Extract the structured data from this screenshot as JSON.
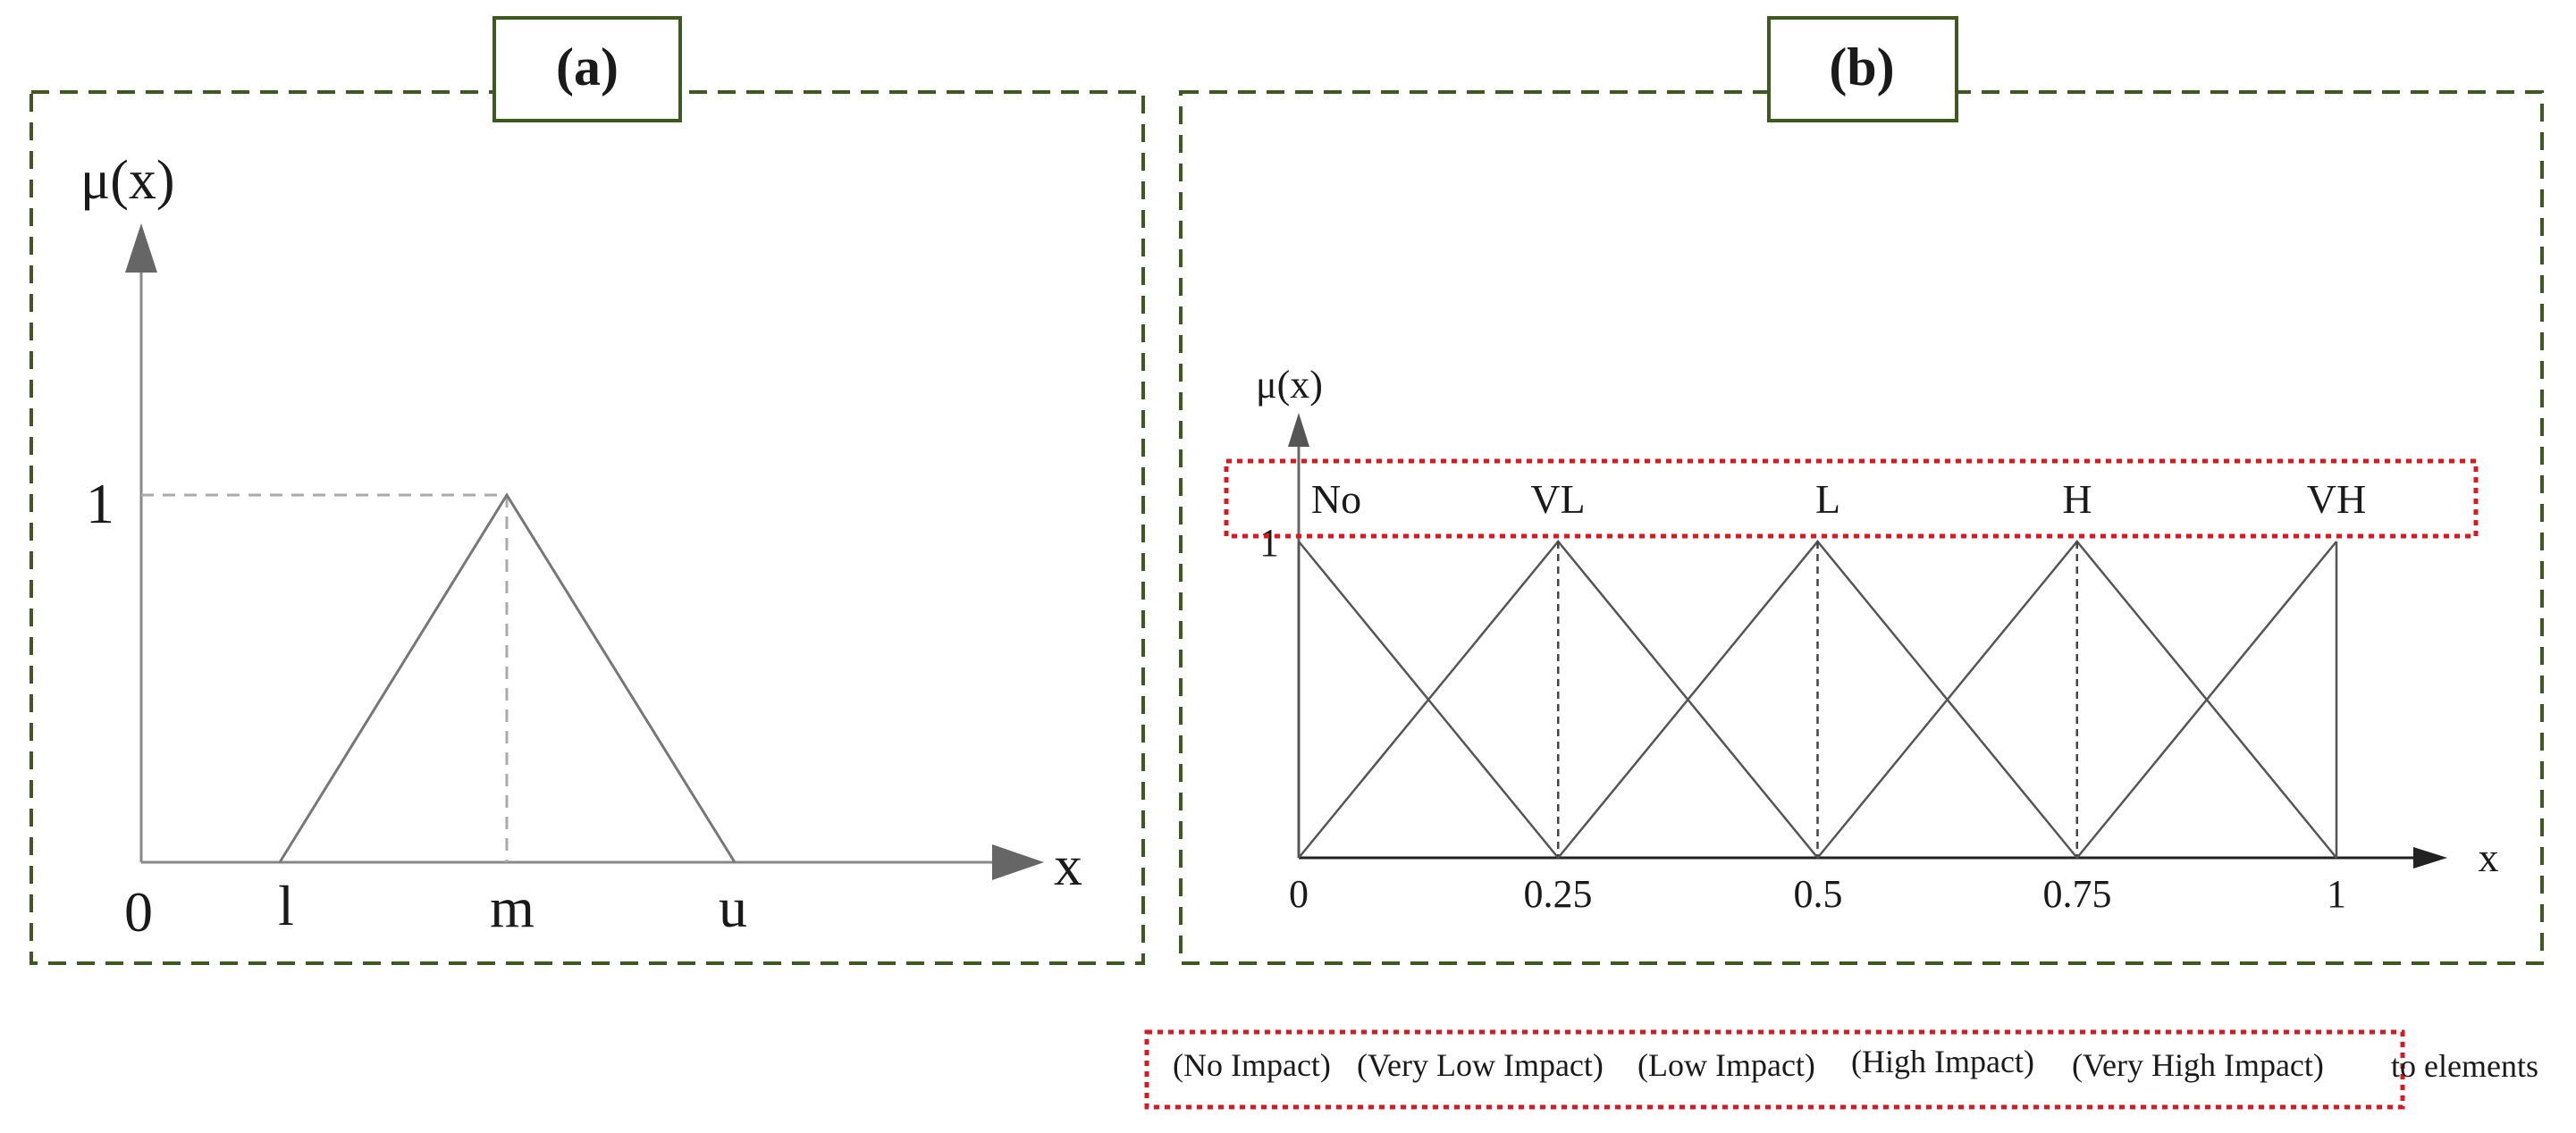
{
  "panel_a": {
    "label": "(a)",
    "axis": {
      "y_label": "μ(x)",
      "x_label": "x",
      "origin_label": "0",
      "one_label": "1"
    },
    "points": [
      "l",
      "m",
      "u"
    ]
  },
  "panel_b": {
    "label": "(b)",
    "axis": {
      "y_label": "μ(x)",
      "x_label": "x",
      "one_label": "1"
    },
    "terms": [
      "No",
      "VL",
      "L",
      "H",
      "VH"
    ],
    "ticks": [
      "0",
      "0.25",
      "0.5",
      "0.75",
      "1"
    ],
    "peaks": [
      0,
      0.25,
      0.5,
      0.75,
      1
    ]
  },
  "legend": {
    "items": [
      "(No Impact)",
      "(Very Low Impact)",
      "(Low Impact)",
      "(High Impact)",
      "(Very High Impact)"
    ],
    "trailing_text": "to elements"
  },
  "colors": {
    "panel_border": "#3d5a1e",
    "highlight_border": "#e0161e",
    "axis": "#666666",
    "curve": "#555555",
    "dashed": "#999999",
    "text": "#1a1a1a"
  }
}
